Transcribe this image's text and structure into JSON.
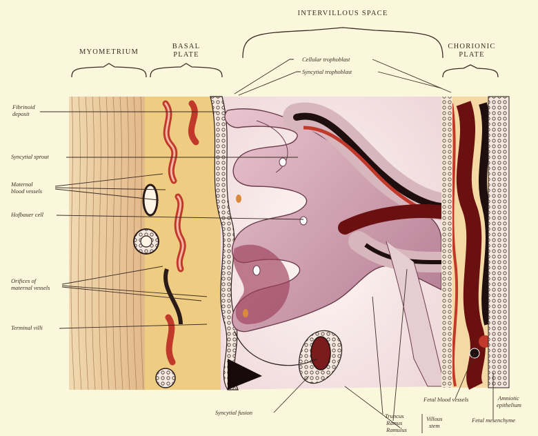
{
  "headers": {
    "intervillous_space": "INTERVILLOUS SPACE",
    "myometrium": "MYOMETRIUM",
    "basal_plate_1": "BASAL",
    "basal_plate_2": "PLATE",
    "chorionic_plate_1": "CHORIONIC",
    "chorionic_plate_2": "PLATE"
  },
  "left_labels": {
    "fibrinoid_1": "Fibrinoid",
    "fibrinoid_2": "deposit",
    "syncytial_sprout": "Syncytial sprout",
    "maternal_vessels_1": "Maternal",
    "maternal_vessels_2": "blood vessels",
    "hofbauer_cell": "Hofbauer cell",
    "orifices_1": "Orifices of",
    "orifices_2": "maternal vessels",
    "terminal_villi": "Terminal villi"
  },
  "top_labels": {
    "cellular_trophoblast": "Cellular trophoblast",
    "syncytial_trophoblast": "Syncytial trophoblast"
  },
  "bottom_labels": {
    "syncytial_fusion": "Syncytial fusion",
    "truncus": "Truncus",
    "ramus": "Ramus",
    "ramulus": "Ramulus",
    "villous_1": "Villous",
    "villous_2": "stem",
    "fetal_blood_vessels": "Fetal blood vessels",
    "amniotic_1": "Amniotic",
    "amniotic_2": "epithelium",
    "fetal_mesenchyme": "Fetal mesenchyme"
  },
  "colors": {
    "background": "#fbf7dc",
    "myometrium": "#e9c79a",
    "maternal_blood": "#c0392b",
    "fetal_blood": "#5a1010",
    "villus_pink": "#d8a6b8",
    "dark_vessel": "#1e0e0e"
  }
}
